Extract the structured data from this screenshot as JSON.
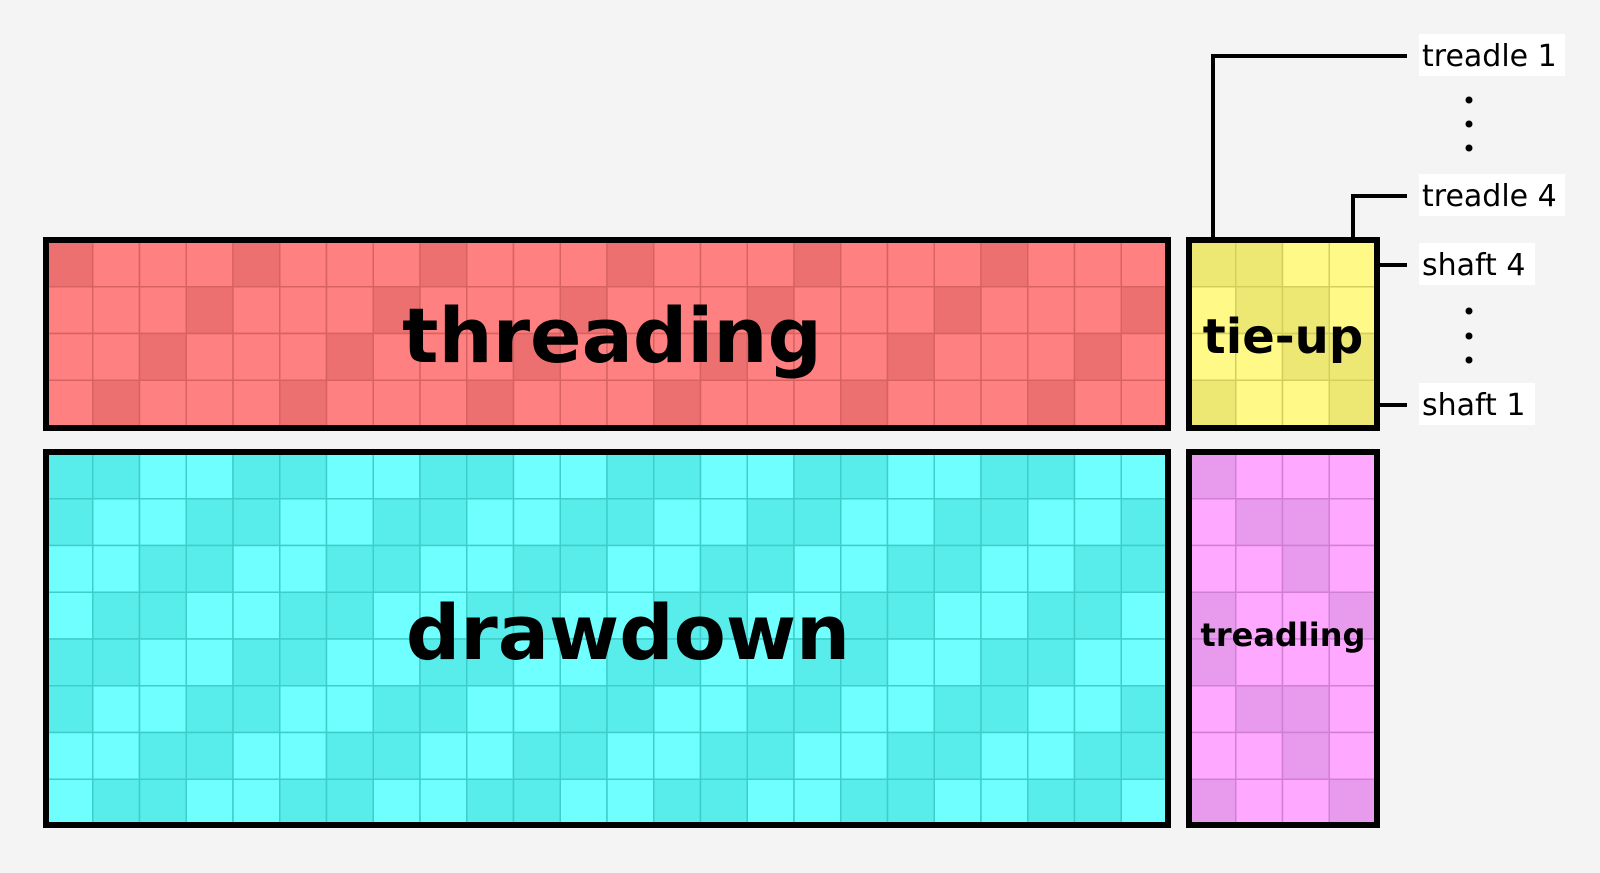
{
  "colors": {
    "threading": "#ff8080",
    "threading_dark": "#ec7070",
    "drawdown": "#70ffff",
    "drawdown_dark": "#58ecea",
    "tieup": "#fff987",
    "tieup_dark": "#ede874",
    "treadling": "#ffa8ff",
    "treadling_dark": "#e89aec"
  },
  "regions": {
    "threading": "threading",
    "drawdown": "drawdown",
    "tieup": "tie-up",
    "treadling": "treadling"
  },
  "labels": {
    "treadle_first": "treadle 1",
    "treadle_last": "treadle 4",
    "shaft_top": "shaft 4",
    "shaft_bottom": "shaft 1"
  },
  "grid": {
    "columns": 24,
    "shaft_rows": 4,
    "treadle_cols": 4,
    "pick_rows": 8
  },
  "threading_pattern": [
    0,
    3,
    2,
    1,
    0,
    3,
    2,
    1,
    0,
    3,
    2,
    1,
    0,
    3,
    2,
    1,
    0,
    3,
    2,
    1,
    0,
    3,
    2,
    1
  ],
  "tieup_pattern": [
    [
      1,
      1,
      0,
      0
    ],
    [
      0,
      1,
      1,
      0
    ],
    [
      0,
      0,
      1,
      1
    ],
    [
      1,
      0,
      0,
      1
    ]
  ],
  "treadling_pattern": [
    0,
    1,
    2,
    3,
    0,
    1,
    2,
    3
  ]
}
